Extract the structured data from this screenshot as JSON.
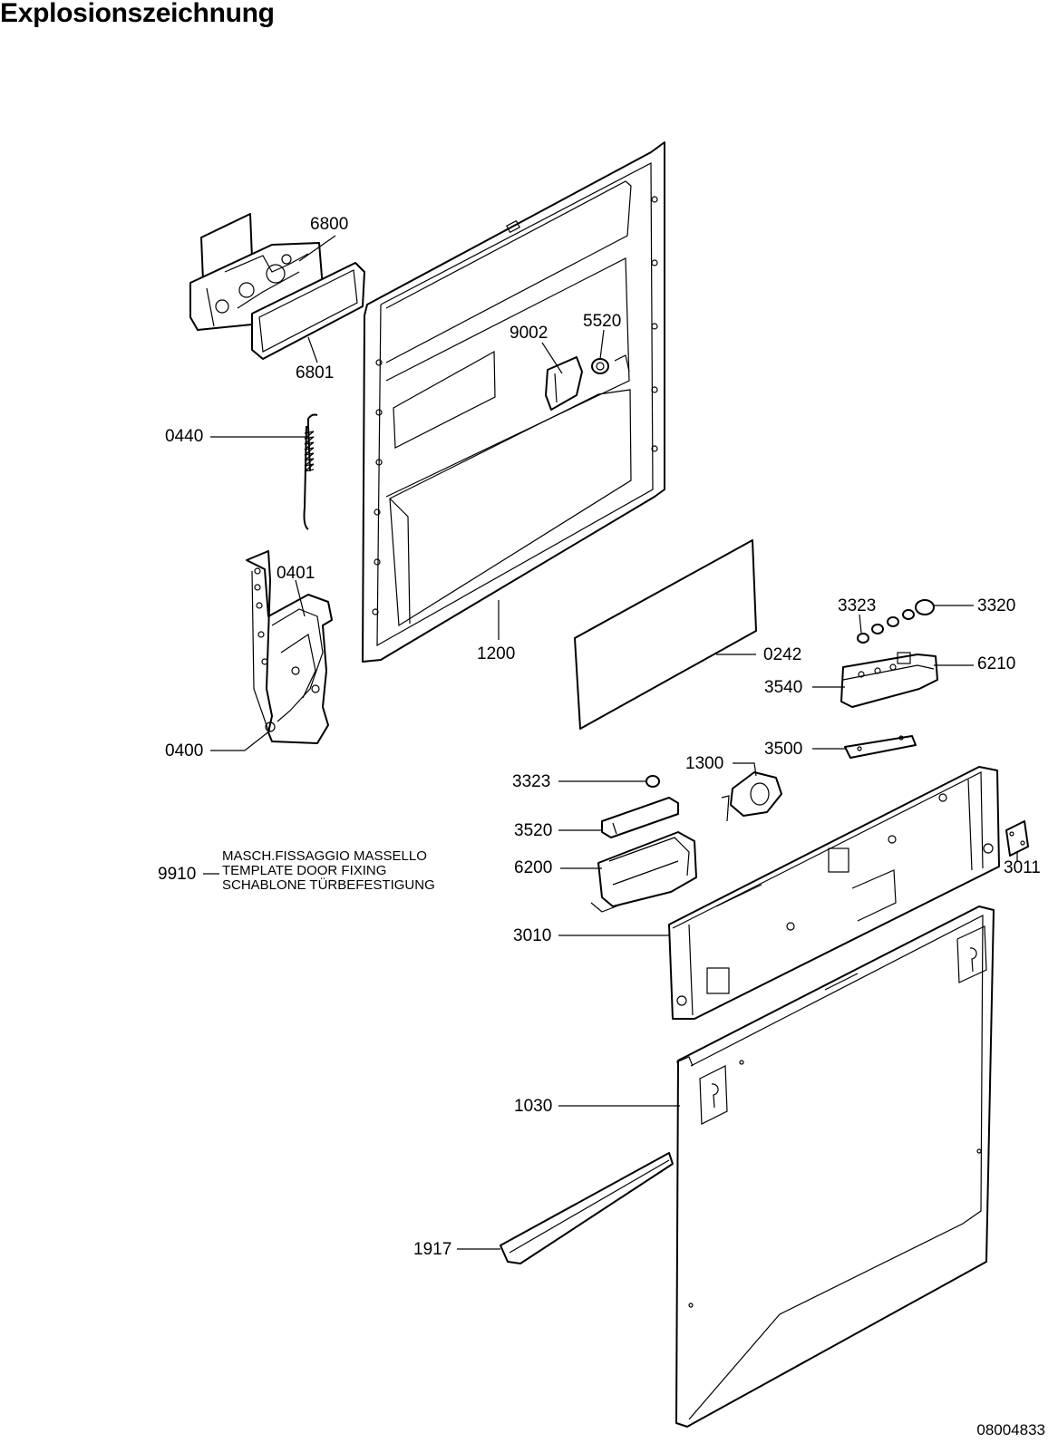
{
  "title": "Explosionszeichnung",
  "document_number": "08004833",
  "part_labels": {
    "p6800": "6800",
    "p6801": "6801",
    "p9002": "9002",
    "p5520": "5520",
    "p0440": "0440",
    "p0401": "0401",
    "p1200": "1200",
    "p0242": "0242",
    "p3323a": "3323",
    "p3320": "3320",
    "p6210": "6210",
    "p3540": "3540",
    "p0400": "0400",
    "p3500": "3500",
    "p1300": "1300",
    "p3323b": "3323",
    "p3520": "3520",
    "p6200": "6200",
    "p3011": "3011",
    "p9910": "9910",
    "p3010": "3010",
    "p1030": "1030",
    "p1917": "1917"
  },
  "template_note": {
    "line1": "MASCH.FISSAGGIO MASSELLO",
    "line2": "TEMPLATE DOOR FIXING",
    "line3": "SCHABLONE TÜRBEFESTIGUNG"
  }
}
